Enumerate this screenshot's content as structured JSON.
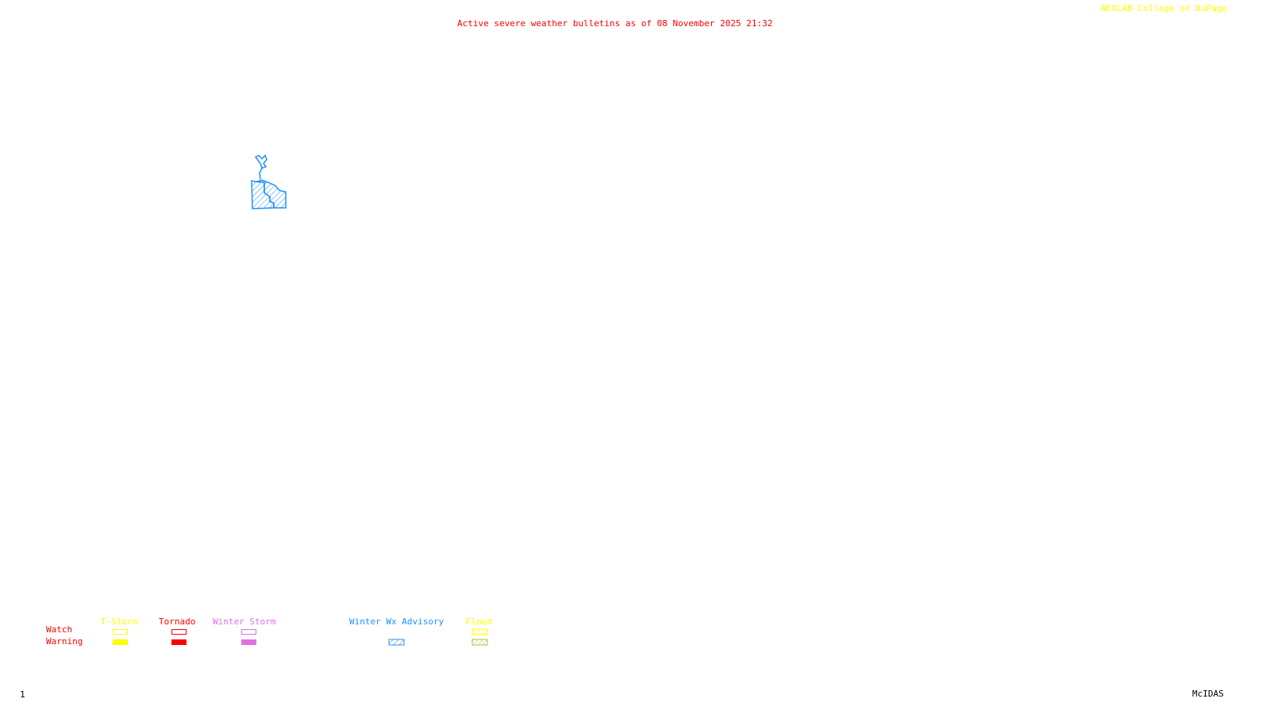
{
  "title": "Active severe weather bulletins as of 08 November 2025 21:32",
  "credit": "NEXLAB-College of DuPage",
  "frame_number": "1",
  "software": "McIDAS",
  "colors": {
    "title": "#ff0000",
    "credit": "#ffff00",
    "tstorm": "#ffff00",
    "tornado": "#ff0000",
    "winter_storm": "#e070e0",
    "winter_wx_advisory": "#1e90ff",
    "flood_watch": "#ffff00",
    "flood_warning": "#9acd32"
  },
  "legend": {
    "row_labels": {
      "watch": "Watch",
      "warning": "Warning"
    },
    "categories": [
      {
        "label": "T-Storm",
        "watch": "outline",
        "warning": "filled"
      },
      {
        "label": "Tornado",
        "watch": "outline",
        "warning": "filled"
      },
      {
        "label": "Winter Storm",
        "watch": "outline",
        "warning": "filled"
      },
      {
        "label": "Winter Wx Advisory",
        "watch": "none",
        "warning": "hatched"
      },
      {
        "label": "Flood",
        "watch": "hatched",
        "warning": "hatched"
      }
    ]
  },
  "map_features": [
    {
      "type": "Winter Wx Advisory",
      "style": "hatched"
    }
  ]
}
